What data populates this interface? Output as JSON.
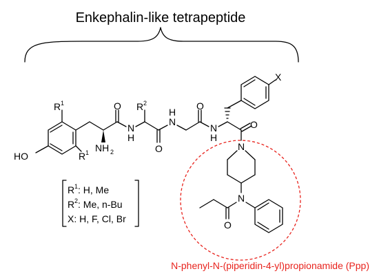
{
  "title": "Enkephalin-like tetrapeptide",
  "atoms": {
    "R1_top": "R",
    "R1_top_sup": "1",
    "R1_bottom": "R",
    "R1_bottom_sup": "1",
    "R2": "R",
    "R2_sup": "2",
    "HO": "HO",
    "NH2": "NH",
    "NH2_sub": "2",
    "N1": "N",
    "H1": "H",
    "N2": "N",
    "H2": "H",
    "N3": "N",
    "H3": "H",
    "O1": "O",
    "O2": "O",
    "O3": "O",
    "O4": "O",
    "O5": "O",
    "X": "X",
    "N_pip": "N",
    "N_amide": "N"
  },
  "legend": {
    "r1_label": "R",
    "r1_sup": "1",
    "r1_values": ": H, Me",
    "r2_label": "R",
    "r2_sup": "2",
    "r2_values": ": Me, n-Bu",
    "x_line": "X: H, F, Cl, Br"
  },
  "caption": "N-phenyl-N-(piperidin-4-yl)propionamide (Ppp)",
  "colors": {
    "caption": "#e8231d",
    "highlight_circle": "#e8231d",
    "bonds": "#000000"
  }
}
